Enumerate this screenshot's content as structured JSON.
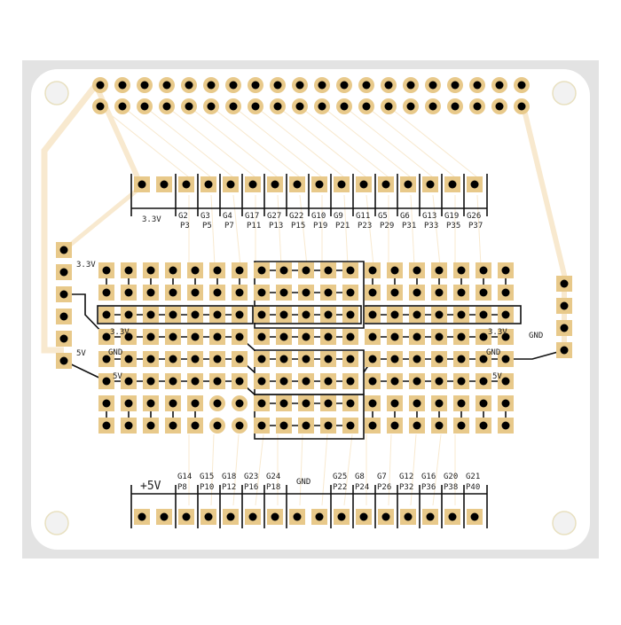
{
  "board": {
    "frame_color": "#e3e3e3",
    "board_color": "#ffffff",
    "pad_color": "#e8c98a",
    "trace_color": "#f8e9cf"
  },
  "top_connector": {
    "power_label": "3.3V",
    "pins": [
      [
        "G2",
        "P3"
      ],
      [
        "G3",
        "P5"
      ],
      [
        "G4",
        "P7"
      ],
      [
        "G17",
        "P11"
      ],
      [
        "G27",
        "P13"
      ],
      [
        "G22",
        "P15"
      ],
      [
        "G10",
        "P19"
      ],
      [
        "G9",
        "P21"
      ],
      [
        "G11",
        "P23"
      ],
      [
        "G5",
        "P29"
      ],
      [
        "G6",
        "P31"
      ],
      [
        "G13",
        "P33"
      ],
      [
        "G19",
        "P35"
      ],
      [
        "G26",
        "P37"
      ]
    ]
  },
  "bottom_connector": {
    "power_label": "+5V",
    "left_pins": [
      [
        "G14",
        "P8"
      ],
      [
        "G15",
        "P10"
      ],
      [
        "G18",
        "P12"
      ],
      [
        "G23",
        "P16"
      ],
      [
        "G24",
        "P18"
      ]
    ],
    "gnd_label": "GND",
    "right_pins": [
      [
        "G25",
        "P22"
      ],
      [
        "G8",
        "P24"
      ],
      [
        "G7",
        "P26"
      ],
      [
        "G12",
        "P32"
      ],
      [
        "G16",
        "P36"
      ],
      [
        "G20",
        "P38"
      ],
      [
        "G21",
        "P40"
      ]
    ]
  },
  "rail_labels": {
    "left_33": "3.3V",
    "left_5": "5V",
    "rail_33_left": "3.3V",
    "rail_gnd_left": "GND",
    "rail_5_left": "5V",
    "rail_33_right": "3.3V",
    "rail_gnd_right": "GND",
    "rail_5_right": "5V",
    "right_gnd": "GND"
  }
}
